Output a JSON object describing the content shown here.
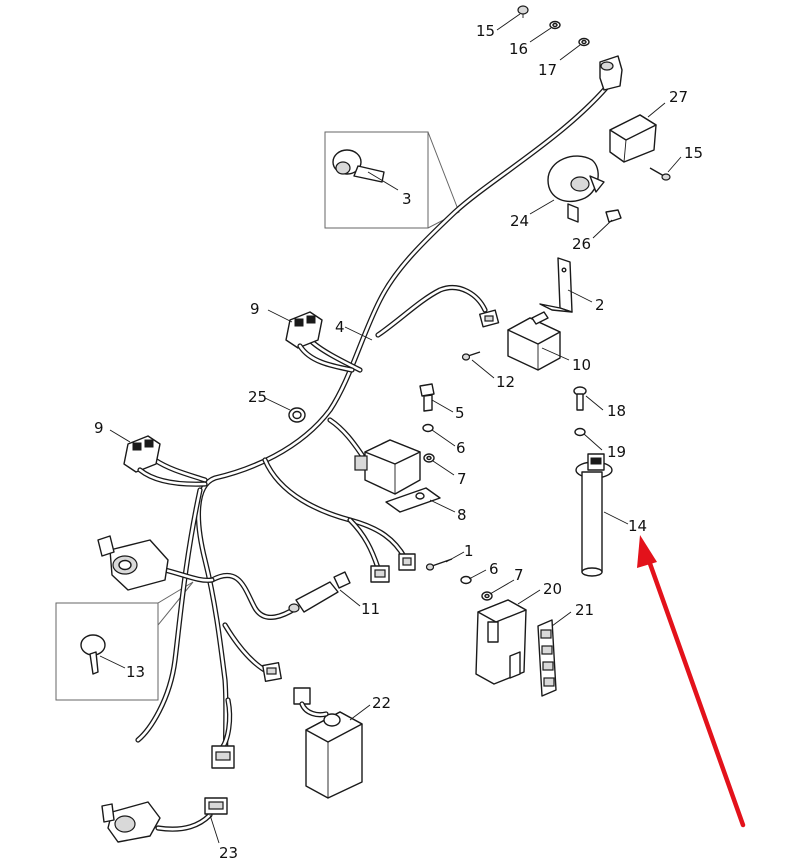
{
  "callouts": {
    "p1": "1",
    "p2": "2",
    "p3": "3",
    "p4": "4",
    "p5": "5",
    "p6a": "6",
    "p6b": "6",
    "p7a": "7",
    "p7b": "7",
    "p8": "8",
    "p9a": "9",
    "p9b": "9",
    "p10": "10",
    "p11": "11",
    "p12": "12",
    "p13": "13",
    "p14": "14",
    "p15a": "15",
    "p15b": "15",
    "p16": "16",
    "p17": "17",
    "p18": "18",
    "p19": "19",
    "p20": "20",
    "p21": "21",
    "p22": "22",
    "p23": "23",
    "p24": "24",
    "p25": "25",
    "p26": "26",
    "p27": "27"
  },
  "colors": {
    "line": "#1a1a1a",
    "highlight_arrow": "#e3121b",
    "frame": "#666666",
    "background": "#ffffff"
  }
}
